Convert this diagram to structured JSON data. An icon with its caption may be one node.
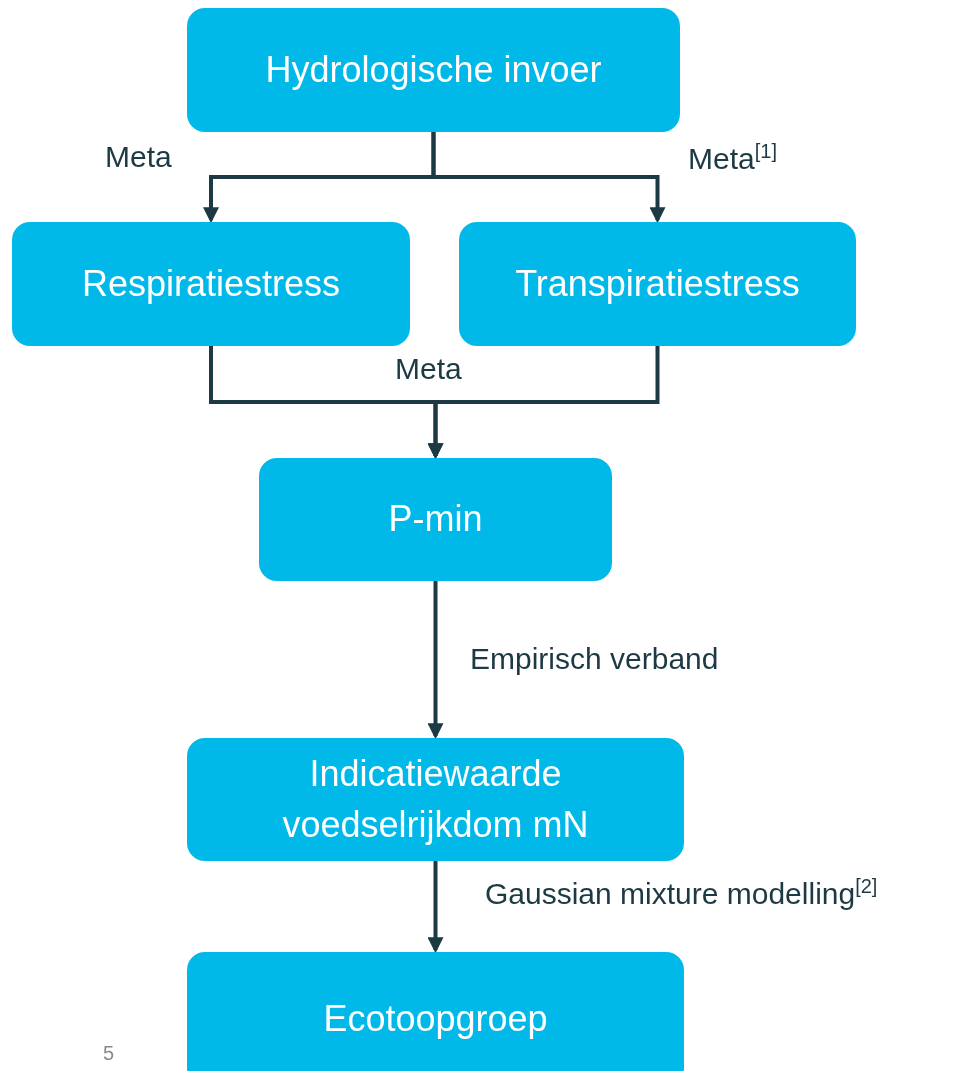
{
  "diagram": {
    "nodes": [
      {
        "text": [
          "Hydrologische invoer"
        ]
      },
      {
        "text": [
          "Respiratiestress"
        ]
      },
      {
        "text": [
          "Transpiratiestress"
        ]
      },
      {
        "text": [
          "P-min"
        ]
      },
      {
        "text": [
          "Indicatiewaarde voedselrijkdom mN"
        ]
      },
      {
        "text": [
          "Ecotoopgroep"
        ]
      }
    ],
    "edges": [
      {
        "from": 0,
        "to": 1,
        "arrow": "to",
        "label": "Meta"
      },
      {
        "from": 0,
        "to": 2,
        "arrow": "to",
        "label": "Meta$^{[1]}$"
      },
      {
        "from": 1,
        "to": 3,
        "arrow": "to",
        "label": "Meta"
      },
      {
        "from": 2,
        "to": 3,
        "arrow": "to"
      },
      {
        "from": 3,
        "to": 4,
        "arrow": "to",
        "label": "Empirisch verband"
      },
      {
        "from": 4,
        "to": 5,
        "arrow": "to",
        "label": "Gaussian mixture modelling$^{[2]}$"
      }
    ],
    "labels": [
      "5"
    ]
  }
}
